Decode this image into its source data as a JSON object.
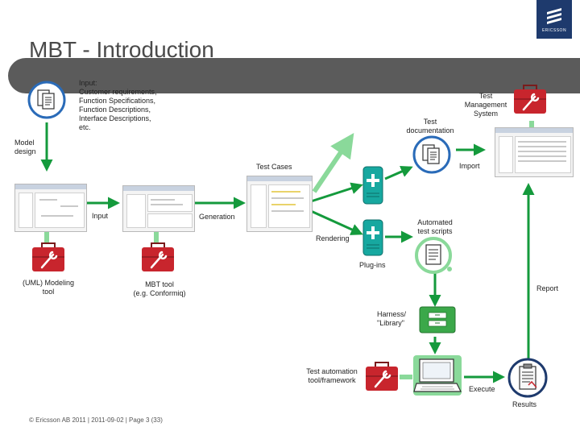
{
  "title": "MBT - Introduction",
  "brand": {
    "name": "ERICSSON",
    "bar_color": "#5b5b5b",
    "logo_color": "#1e3a6d"
  },
  "colors": {
    "arrow_green": "#149a3c",
    "arrow_light_green": "#8ad99a",
    "toolbox_red": "#c8252d",
    "plugin_teal": "#17a8a0",
    "harness_green": "#3ba84a"
  },
  "icons": {
    "input_docs": "documents-icon",
    "test_docs": "documents-icon",
    "modeling_tool": "toolbox-icon",
    "mbt_tool": "toolbox-icon",
    "test_management": "toolbox-icon",
    "test_automation": "toolbox-icon",
    "plugin_1": "plus-plugin-icon",
    "plugin_2": "plus-plugin-icon",
    "scripts": "document-icon",
    "harness": "library-module-icon",
    "execute": "laptop-icon",
    "results": "clipboard-icon"
  },
  "labels": {
    "input_requirements": "Input:\nCustomer requirements,\nFunction Specifications,\nFunction Descriptions,\nInterface Descriptions,\netc.",
    "model_design": "Model\ndesign",
    "uml_tool": "(UML) Modeling\ntool",
    "input": "Input",
    "mbt_tool": "MBT tool\n(e.g. Conformiq)",
    "generation": "Generation",
    "test_cases": "Test Cases",
    "rendering": "Rendering",
    "plug_ins": "Plug-ins",
    "automated_scripts": "Automated\ntest scripts",
    "test_documentation": "Test\ndocumentation",
    "import": "Import",
    "test_management": "Test\nManagement\nSystem",
    "report": "Report",
    "harness": "Harness/\n\"Library\"",
    "test_automation": "Test automation\ntool/framework",
    "execute": "Execute",
    "results": "Results"
  },
  "footer": "© Ericsson AB 2011  |  2011-09-02  |  Page  3 (33)"
}
